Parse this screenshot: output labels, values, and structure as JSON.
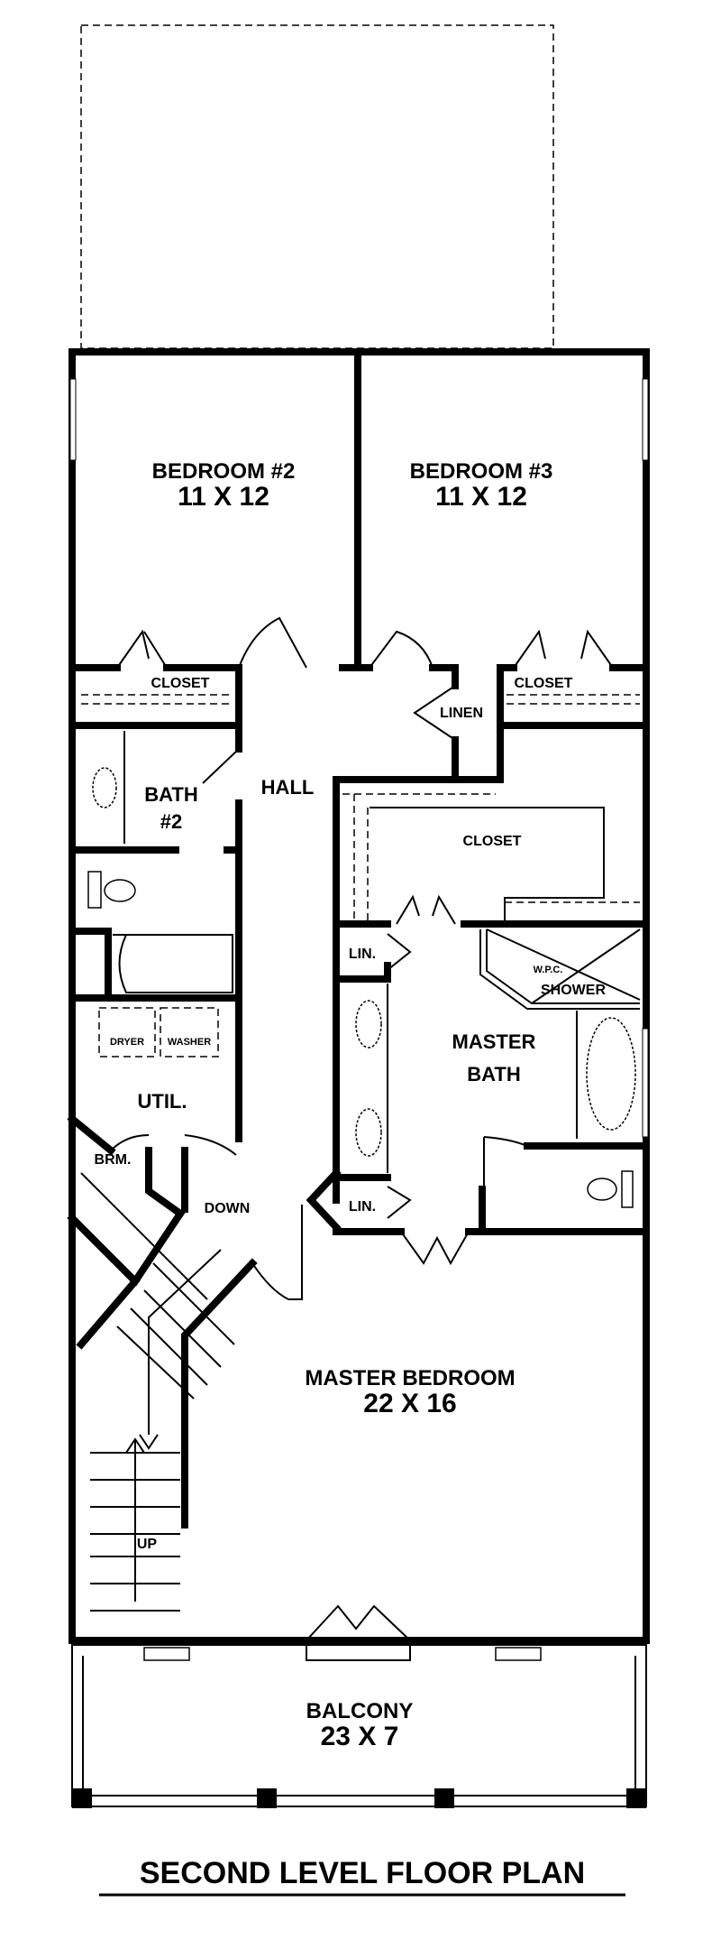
{
  "title": "SECOND LEVEL FLOOR PLAN",
  "rooms": {
    "bedroom2": {
      "name": "BEDROOM #2",
      "size": "11 X 12"
    },
    "bedroom3": {
      "name": "BEDROOM #3",
      "size": "11 X 12"
    },
    "closet_left": "CLOSET",
    "closet_right": "CLOSET",
    "linen": "LINEN",
    "bath2": {
      "line1": "BATH",
      "line2": "#2"
    },
    "hall": "HALL",
    "walkin_closet": "CLOSET",
    "lin_upper": "LIN.",
    "lin_lower": "LIN.",
    "wpc": "W.P.C.",
    "shower": "SHOWER",
    "master_bath": {
      "line1": "MASTER",
      "line2": "BATH"
    },
    "dryer": "DRYER",
    "washer": "WASHER",
    "util": "UTIL.",
    "broom": "BRM.",
    "down": "DOWN",
    "up": "UP",
    "master_bedroom": {
      "name": "MASTER BEDROOM",
      "size": "22 X 16"
    },
    "balcony": {
      "name": "BALCONY",
      "size": "23 X 7"
    }
  }
}
